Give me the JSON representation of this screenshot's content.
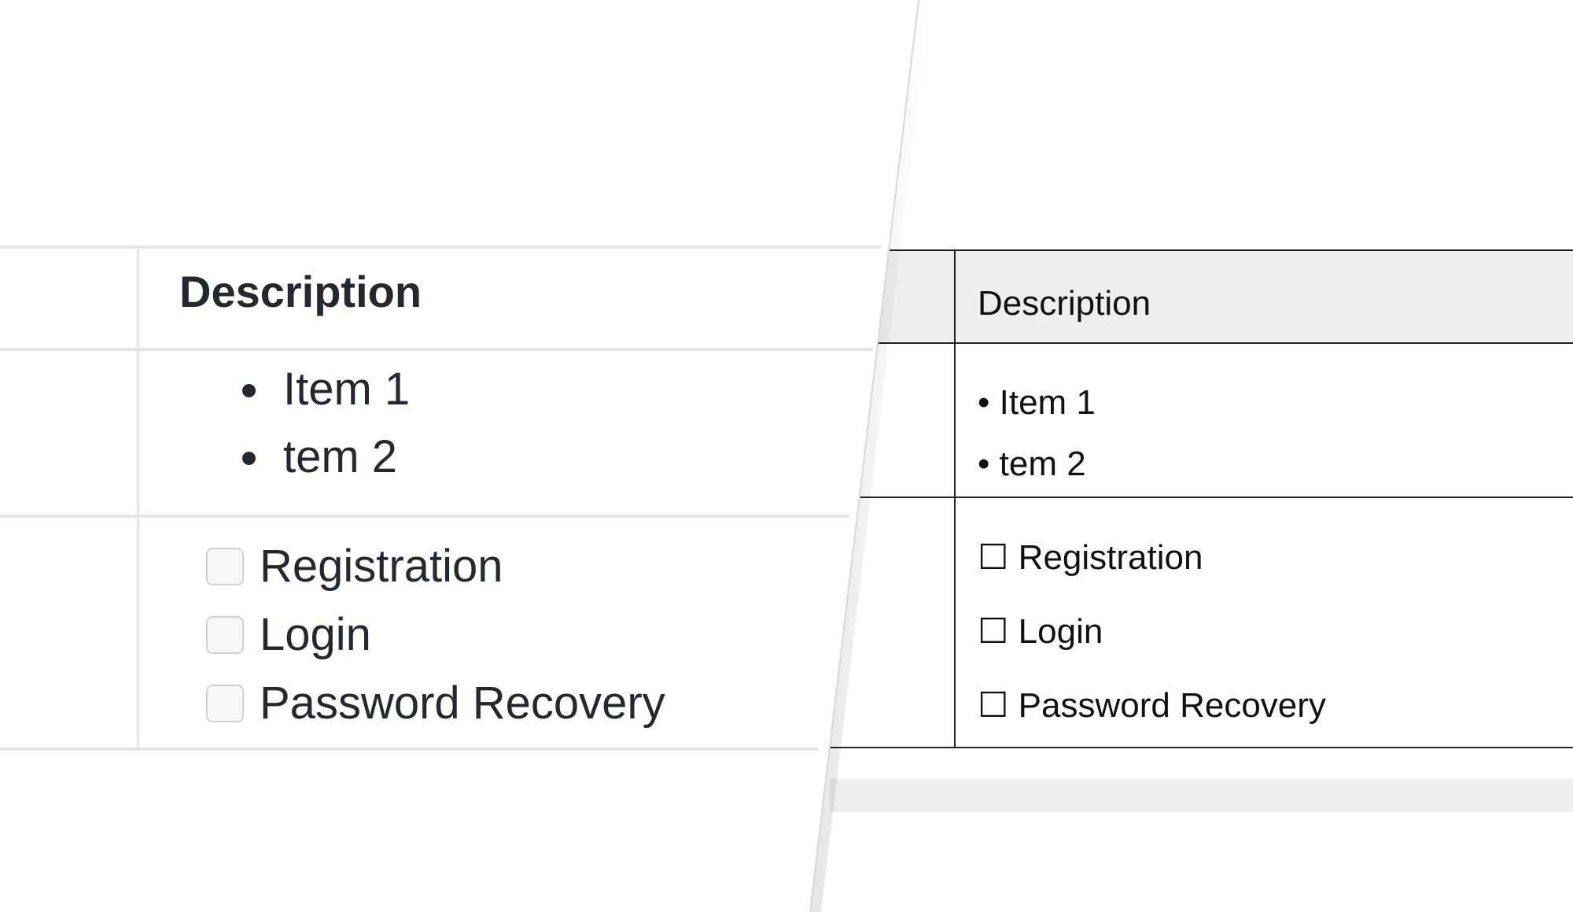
{
  "left_table": {
    "header": "Description",
    "bullets": [
      "Item 1",
      "tem 2"
    ],
    "tasks": [
      "Registration",
      "Login",
      "Password Recovery"
    ]
  },
  "right_table": {
    "header": "Description",
    "bullets": [
      "• Item 1",
      "• tem 2"
    ],
    "tasks": [
      "☐ Registration",
      "☐ Login",
      "☐ Password Recovery"
    ]
  }
}
